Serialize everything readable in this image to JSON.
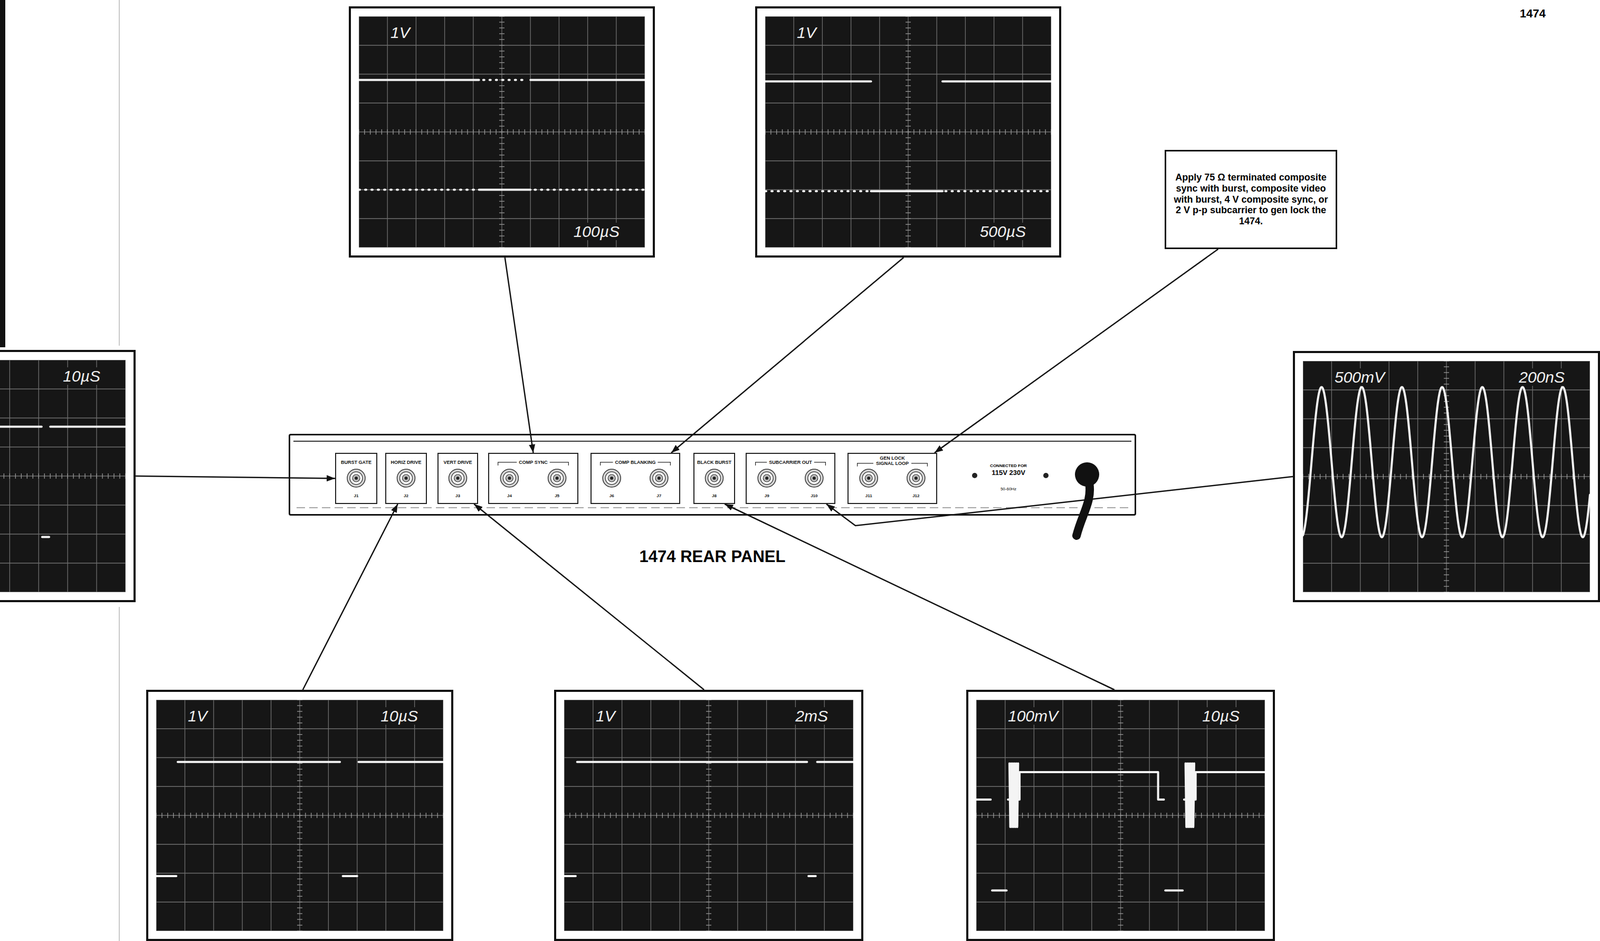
{
  "diagram": {
    "nodes": [
      {
        "text": [
          "1V",
          "100µS"
        ]
      },
      {
        "text": [
          "1V",
          "500µS"
        ]
      },
      {
        "text": [
          "Apply 75 Ω terminated composite sync with burst, composite video with burst, 4 V composite sync, or 2 V p-p subcarrier to gen lock the 1474."
        ]
      },
      {
        "text": [
          "10µS"
        ]
      },
      {
        "text": [
          "1474 REAR PANEL"
        ]
      },
      {
        "text": [
          "BURST GATE",
          "J1"
        ],
        "in": 4
      },
      {
        "text": [
          "HORIZ DRIVE",
          "J2"
        ],
        "in": 4
      },
      {
        "text": [
          "VERT DRIVE",
          "J3"
        ],
        "in": 4
      },
      {
        "text": [
          "COMP SYNC",
          "J4",
          "J5"
        ],
        "in": 4
      },
      {
        "text": [
          "COMP BLANKING",
          "J6",
          "J7"
        ],
        "in": 4
      },
      {
        "text": [
          "BLACK BURST",
          "J8"
        ],
        "in": 4
      },
      {
        "text": [
          "SUBCARRIER OUT",
          "J9",
          "J10"
        ],
        "in": 4
      },
      {
        "text": [
          "GEN LOCK SIGNAL LOOP",
          "J11",
          "J12"
        ],
        "in": 4
      },
      {
        "text": [
          "500mV",
          "200nS"
        ]
      },
      {
        "text": [
          "1V",
          "10µS"
        ]
      },
      {
        "text": [
          "1V",
          "2mS"
        ]
      },
      {
        "text": [
          "100mV",
          "10µS"
        ]
      }
    ],
    "edges": [
      {
        "from": 0,
        "to": 8,
        "arrow": "to"
      },
      {
        "from": 1,
        "to": 9,
        "arrow": "to"
      },
      {
        "from": 2,
        "to": 12,
        "arrow": "to"
      },
      {
        "from": 3,
        "to": 5,
        "arrow": "to"
      },
      {
        "from": 14,
        "to": 6,
        "arrow": "to"
      },
      {
        "from": 15,
        "to": 7,
        "arrow": "to"
      },
      {
        "from": 16,
        "to": 10,
        "arrow": "to"
      },
      {
        "from": 13,
        "to": 11,
        "arrow": "to"
      }
    ],
    "labels": [
      "1474",
      "CONNECTED FOR",
      "115V 230V",
      "50-60Hz"
    ]
  }
}
